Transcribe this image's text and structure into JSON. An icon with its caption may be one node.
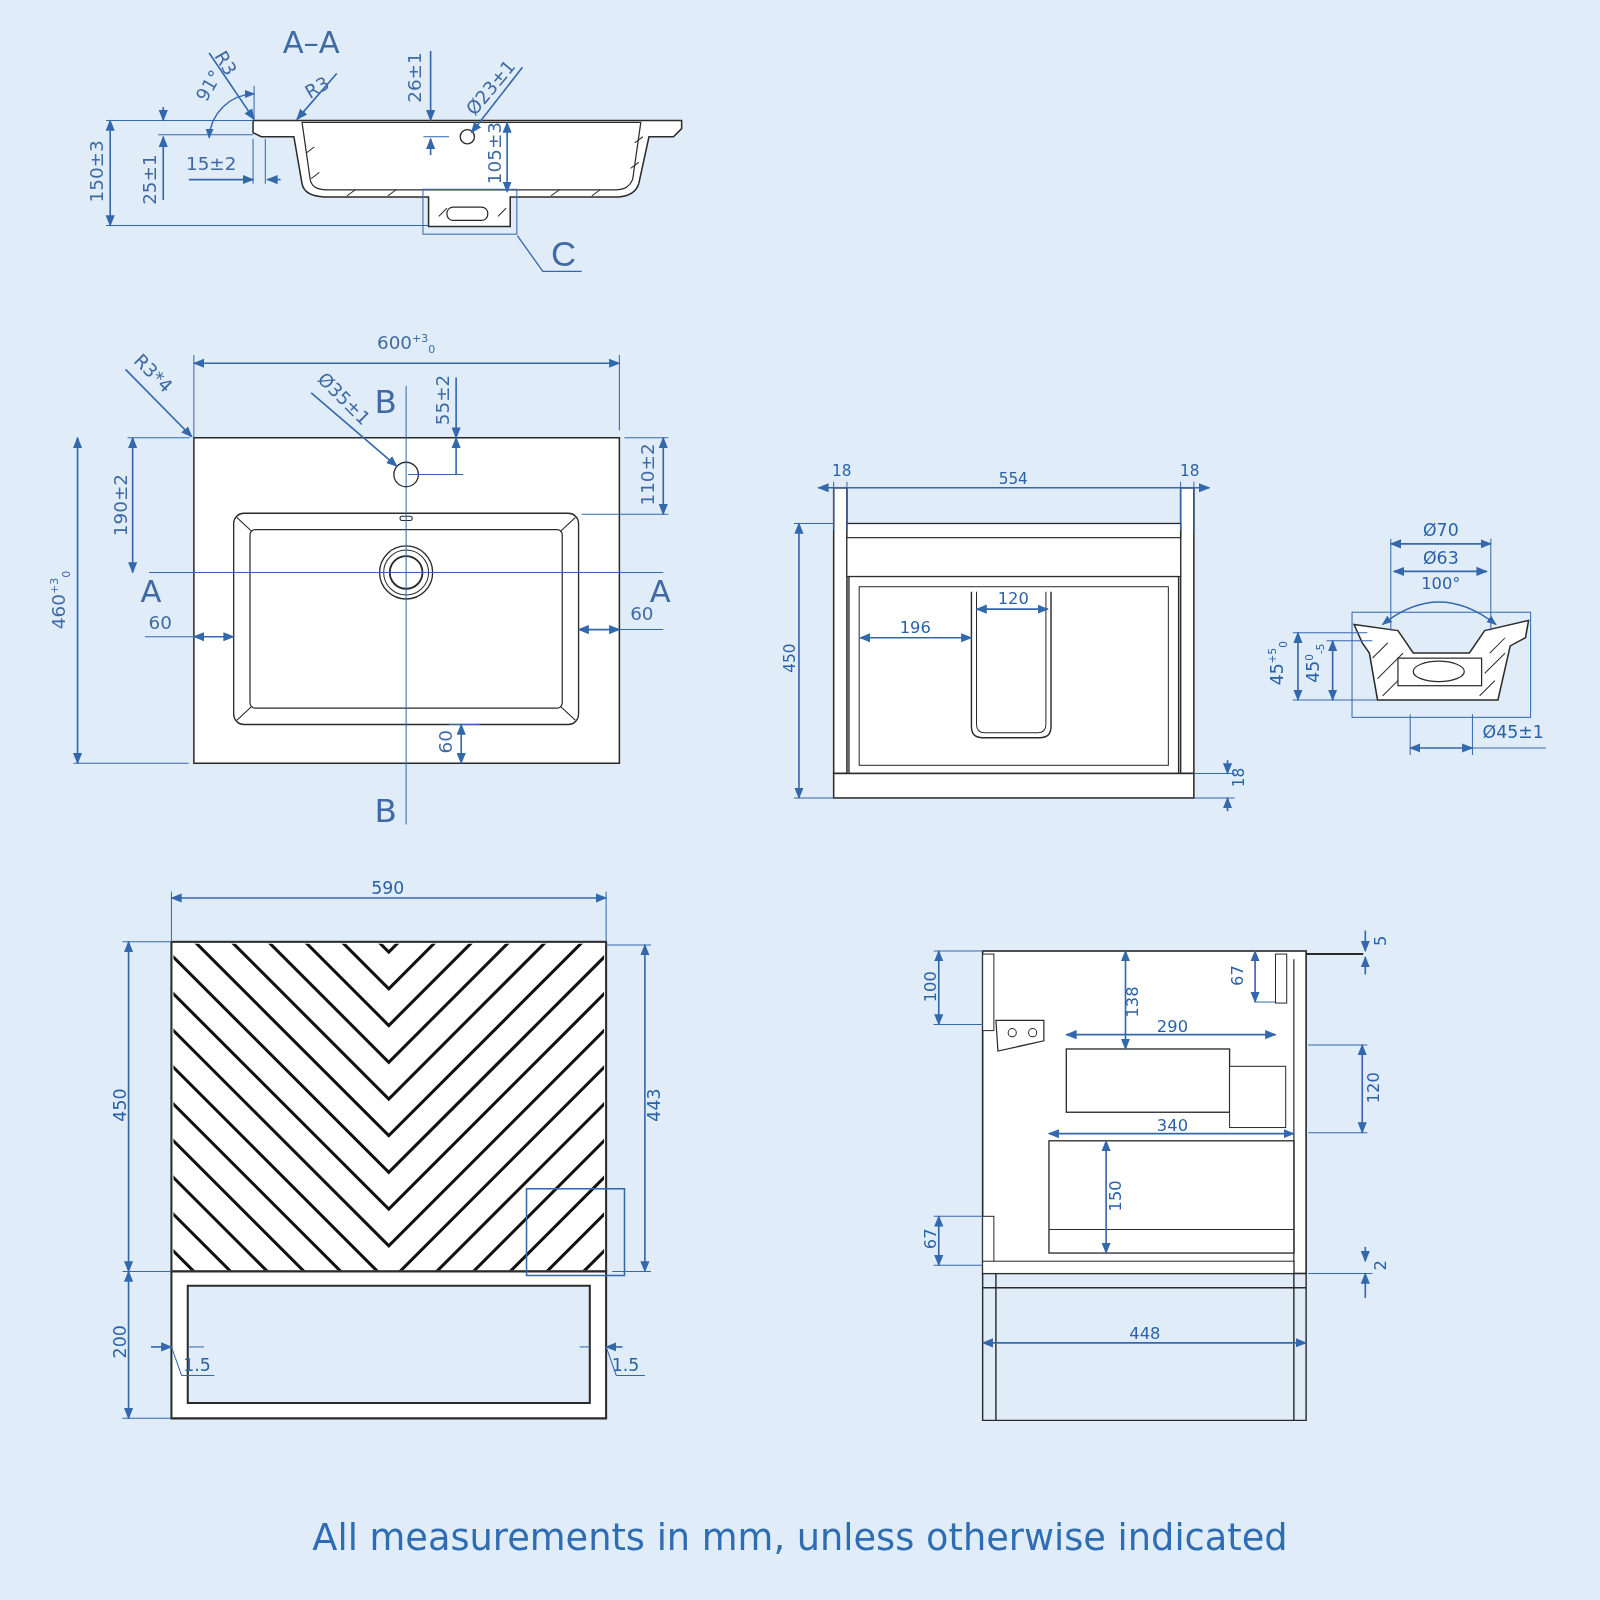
{
  "diagram": {
    "caption": "All measurements in mm, unless otherwise indicated",
    "nodes": [
      {
        "text": [
          "C"
        ]
      },
      {
        "text": [],
        "shape": "box"
      }
    ],
    "edges": [
      {
        "from": 0,
        "to": 1,
        "arrow": "none"
      }
    ],
    "labels": [
      "A–A",
      "R3",
      "91°",
      "R3",
      "26±1",
      "Ø23±1",
      "150±3",
      "25±1",
      "15±2",
      "105±3",
      "600$^{+3}$$_{0}$",
      "R3*4",
      "Ø35±1",
      "B",
      "55±2",
      "110±2",
      "190±2",
      "460$^{+3}$$_{0}$",
      "A",
      "60",
      "A",
      "60",
      "60",
      "B",
      "18",
      "554",
      "18",
      "450",
      "120",
      "196",
      "18",
      "Ø70",
      "Ø63",
      "100°",
      "45$^{+5}$$_{0}$",
      "45$^{0}$$_{-5}$",
      "Ø45±1",
      "590",
      "450",
      "443",
      "200",
      "1.5",
      "1.5",
      "5",
      "100",
      "67",
      "138",
      "290",
      "120",
      "340",
      "150",
      "67",
      "2",
      "448"
    ]
  }
}
